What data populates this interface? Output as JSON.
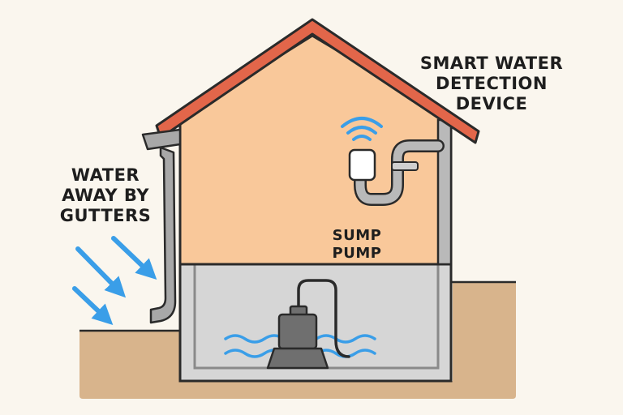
{
  "labels": {
    "smart_device": [
      "SMART WATER",
      "DETECTION",
      "DEVICE"
    ],
    "gutters": [
      "WATER",
      "AWAY BY",
      "GUTTERS"
    ],
    "sump_pump": [
      "SUMP",
      "PUMP"
    ]
  },
  "colors": {
    "background": "#faf6ee",
    "ground": "#d8b48c",
    "house_wall": "#f9c89a",
    "roof": "#e2664a",
    "basement": "#d6d6d6",
    "pipe": "#9a9a9a",
    "pump": "#6f6f6f",
    "water": "#3a9ee8",
    "outline": "#2a2a2a"
  },
  "icons": [
    "wifi-signal-icon",
    "water-wave-icon",
    "rain-arrow-icon"
  ]
}
